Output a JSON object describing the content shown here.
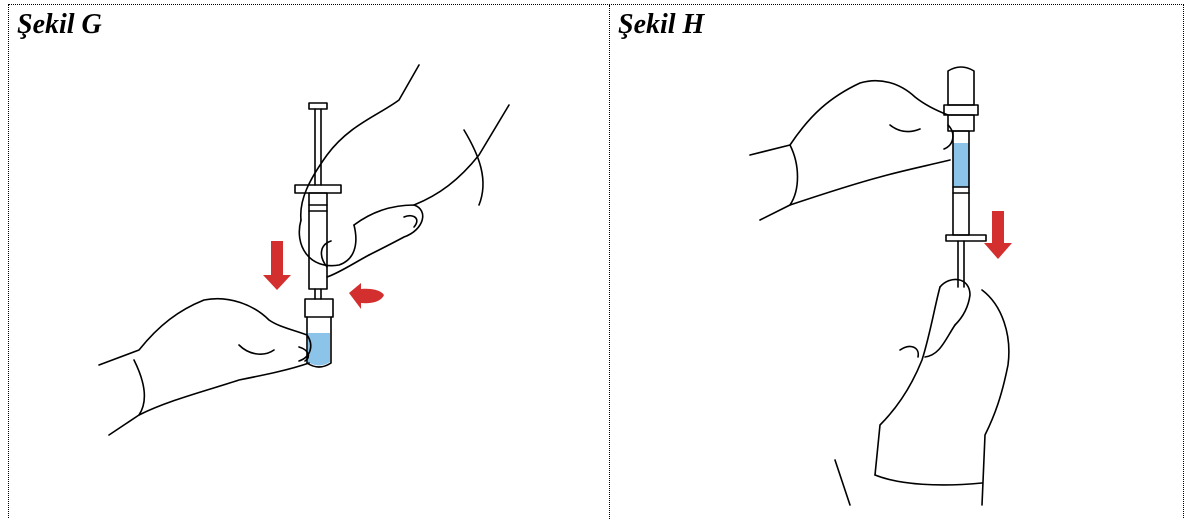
{
  "figures": [
    {
      "caption": "Şekil G",
      "illustration": "syringe-vial-attach"
    },
    {
      "caption": "Şekil H",
      "illustration": "syringe-withdraw"
    }
  ],
  "colors": {
    "arrow": "#d32f2f",
    "liquid": "#8cc3e8",
    "outline": "#000000",
    "border": "#000000"
  }
}
